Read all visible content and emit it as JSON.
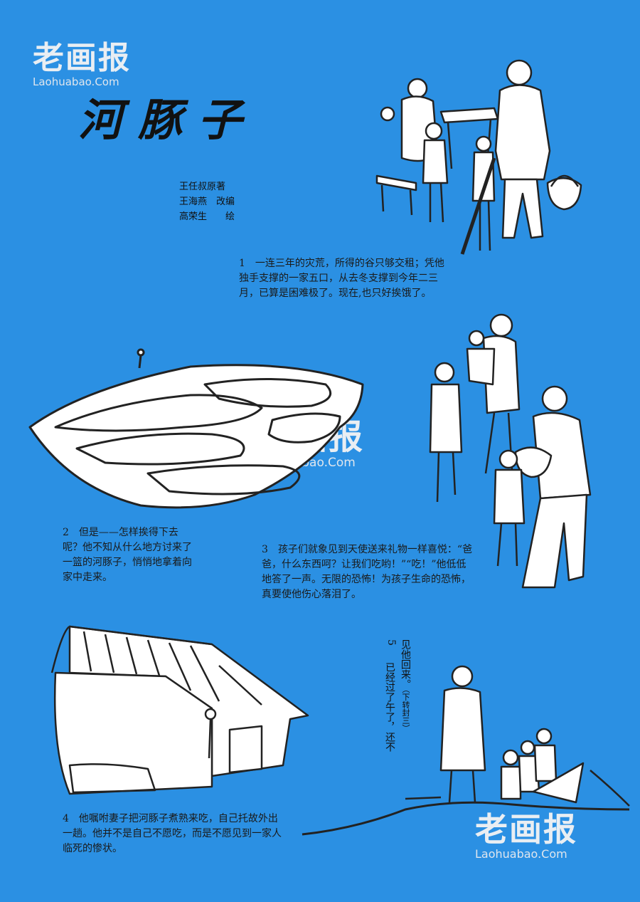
{
  "watermark": {
    "logo": "老画报",
    "site": "Laohuabao.Com"
  },
  "title": "河豚子",
  "credits": [
    "王任叔原著",
    "王海燕　改编",
    "高荣生　　绘"
  ],
  "captions": {
    "c1": "1　一连三年的灾荒，所得的谷只够交租；凭他独手支撑的一家五口，从去冬支撑到今年二三月，已算是困难极了。现在,也只好挨饿了。",
    "c2": "2　但是——怎样挨得下去呢？他不知从什么地方讨来了一篮的河豚子，悄悄地拿着向家中走来。",
    "c3": "3　孩子们就象见到天使送来礼物一样喜悦：“爸爸，什么东西呵？让我们吃哟！”“吃！”他低低地答了一声。无限的恐怖！为孩子生命的恐怖，真要使他伤心落泪了。",
    "c4": "4　他嘱咐妻子把河豚子煮熟来吃，自己托故外出一趟。他并不是自己不愿吃，而是不愿见到一家人临死的惨状。",
    "c5_num": "5",
    "c5_col1": "见他回来。",
    "c5_note": "（下转封三）",
    "c5_col2": "已经过了午了，还不"
  }
}
